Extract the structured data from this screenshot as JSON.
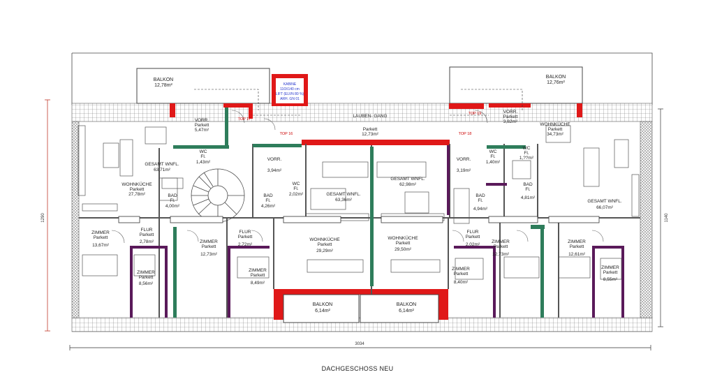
{
  "title": "DACHGESCHOSS NEU",
  "dimensions": {
    "width": "3034",
    "height_left": "1290",
    "height_right": "1140"
  },
  "colors": {
    "wall": "#555555",
    "wall_red": "#e01818",
    "wall_green": "#2e7d5b",
    "wall_purple": "#5a1a5a",
    "hatch": "#888888"
  },
  "lift": [
    "KABINE",
    "110X140 cm",
    "LIFT (ELVN 80 %)",
    "ARH. GN 01"
  ],
  "top_markers": [
    "TOP 17",
    "TOP 16",
    "TOP 18",
    "TOP 19"
  ],
  "rooms": [
    {
      "name": "BALKON",
      "floor": "",
      "area": "12,78m²"
    },
    {
      "name": "BALKON",
      "floor": "",
      "area": "12,76m²"
    },
    {
      "name": "VORR.",
      "floor": "Parkett",
      "area": "5,47m²"
    },
    {
      "name": "LAUBEN- GANG",
      "floor": "Parkett",
      "area": "12,73m²"
    },
    {
      "name": "VORR.",
      "floor": "Parkett",
      "area": "3,82m²"
    },
    {
      "name": "WOHNKÜCHE",
      "floor": "Parkett",
      "area": "34,73m²"
    },
    {
      "name": "GESAMT WNFL.",
      "floor": "",
      "area": "63,71m²"
    },
    {
      "name": "WC",
      "floor": "Fl.",
      "area": "1,43m²"
    },
    {
      "name": "VORR.",
      "floor": "",
      "area": "3,94m²"
    },
    {
      "name": "GESAMT WNFL.",
      "floor": "",
      "area": "62,98m²"
    },
    {
      "name": "VORR.",
      "floor": "",
      "area": "3,19m²"
    },
    {
      "name": "WC",
      "floor": "Fl.",
      "area": "1,40m²"
    },
    {
      "name": "WC",
      "floor": "Fl.",
      "area": "1,??m²"
    },
    {
      "name": "WOHNKÜCHE",
      "floor": "Parkett",
      "area": "27,78m²"
    },
    {
      "name": "BAD",
      "floor": "Fl.",
      "area": "4,00m²"
    },
    {
      "name": "BAD",
      "floor": "Fl.",
      "area": "4,26m²"
    },
    {
      "name": "WC",
      "floor": "Fl.",
      "area": "2,02m²"
    },
    {
      "name": "GESAMT WNFL.",
      "floor": "",
      "area": "63,36m²"
    },
    {
      "name": "BAD",
      "floor": "Fl.",
      "area": "4,94m²"
    },
    {
      "name": "BAD",
      "floor": "Fl.",
      "area": "4,81m²"
    },
    {
      "name": "GESAMT WNFL.",
      "floor": "",
      "area": "66,07m²"
    },
    {
      "name": "ZIMMER",
      "floor": "Parkett",
      "area": "13,67m²"
    },
    {
      "name": "FLUR",
      "floor": "Parkett",
      "area": "2,78m²"
    },
    {
      "name": "ZIMMER",
      "floor": "Parkett",
      "area": "12,73m²"
    },
    {
      "name": "FLUR",
      "floor": "Parkett",
      "area": "2,72m²"
    },
    {
      "name": "WOHNKÜCHE",
      "floor": "Parkett",
      "area": "29,29m²"
    },
    {
      "name": "WOHNKÜCHE",
      "floor": "Parkett",
      "area": "29,50m²"
    },
    {
      "name": "FLUR",
      "floor": "Parkett",
      "area": "2,02m²"
    },
    {
      "name": "ZIMMER",
      "floor": "Parkett",
      "area": "12,73m²"
    },
    {
      "name": "ZIMMER",
      "floor": "Parkett",
      "area": "12,61m²"
    },
    {
      "name": "ZIMMER",
      "floor": "Parkett",
      "area": "8,56m²"
    },
    {
      "name": "ZIMMER",
      "floor": "Parkett",
      "area": "8,49m²"
    },
    {
      "name": "ZIMMER",
      "floor": "Parkett",
      "area": "8,40m²"
    },
    {
      "name": "ZIMMER",
      "floor": "Parkett",
      "area": "8,55m²"
    },
    {
      "name": "BALKON",
      "floor": "",
      "area": "6,14m²"
    },
    {
      "name": "BALKON",
      "floor": "",
      "area": "6,14m²"
    }
  ]
}
